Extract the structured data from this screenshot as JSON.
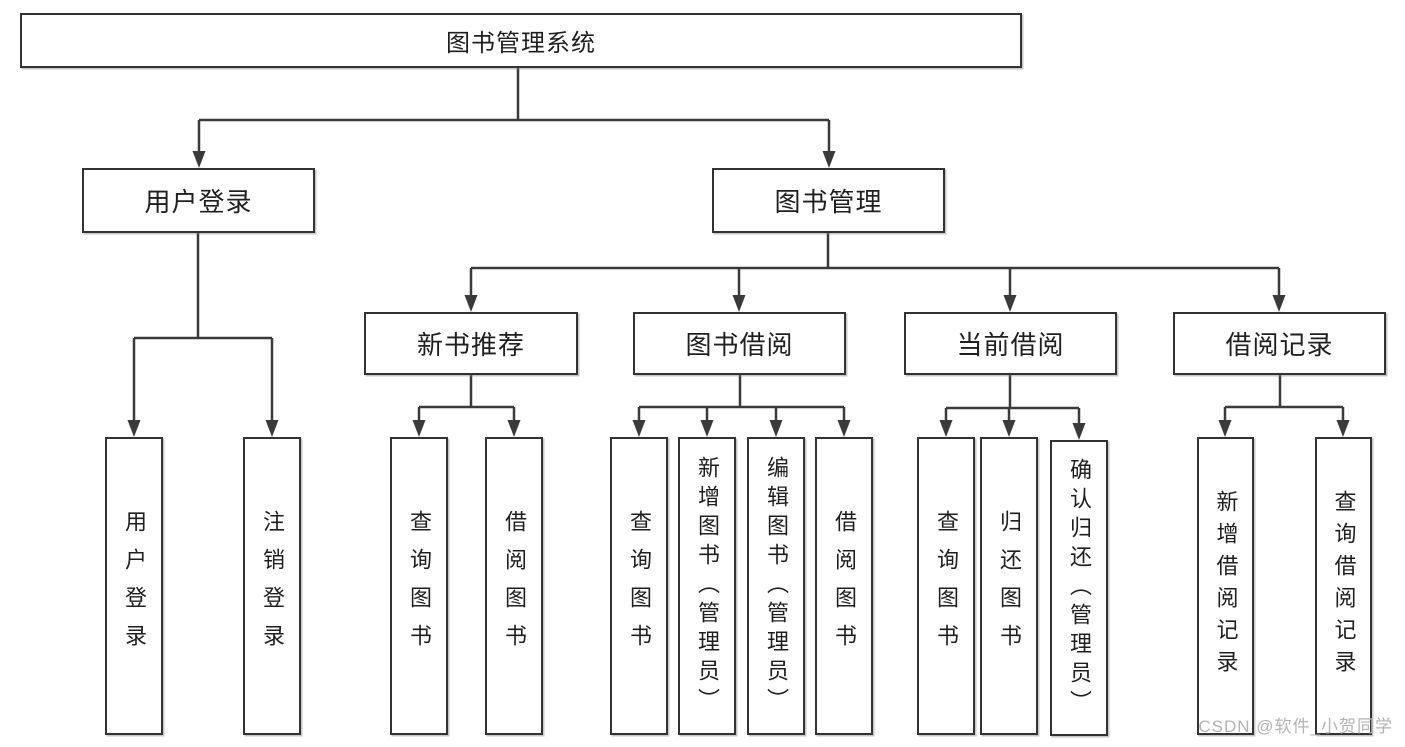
{
  "diagram": {
    "title": "图书管理系统",
    "level1": [
      {
        "label": "用户登录"
      },
      {
        "label": "图书管理"
      }
    ],
    "level2": [
      {
        "label": "新书推荐"
      },
      {
        "label": "图书借阅"
      },
      {
        "label": "当前借阅"
      },
      {
        "label": "借阅记录"
      }
    ],
    "leaves": [
      {
        "label": "用户登录"
      },
      {
        "label": "注销登录"
      },
      {
        "label": "查询图书"
      },
      {
        "label": "借阅图书"
      },
      {
        "label": "查询图书"
      },
      {
        "label": "新增图书（管理员）"
      },
      {
        "label": "编辑图书（管理员）"
      },
      {
        "label": "借阅图书"
      },
      {
        "label": "查询图书"
      },
      {
        "label": "归还图书"
      },
      {
        "label": "确认归还（管理员）"
      },
      {
        "label": "新增借阅记录"
      },
      {
        "label": "查询借阅记录"
      }
    ],
    "colors": {
      "line": "#3a3a3a",
      "box_border": "#333333",
      "watermark": "#b3b3b3"
    },
    "watermark": "CSDN @软件_小贺同学"
  }
}
